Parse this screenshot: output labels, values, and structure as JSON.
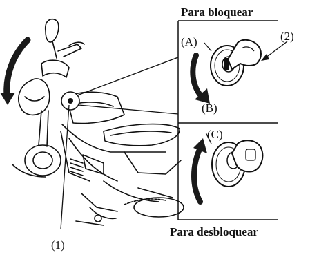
{
  "labels": {
    "lock_title": "Para bloquear",
    "unlock_title": "Para desbloquear",
    "callout_1": "(1)",
    "callout_2": "(2)",
    "arrow_a": "(A)",
    "arrow_b": "(B)",
    "arrow_c": "(C)"
  },
  "colors": {
    "ink": "#111111",
    "arrow": "#1a1a1a",
    "paper": "#ffffff"
  }
}
